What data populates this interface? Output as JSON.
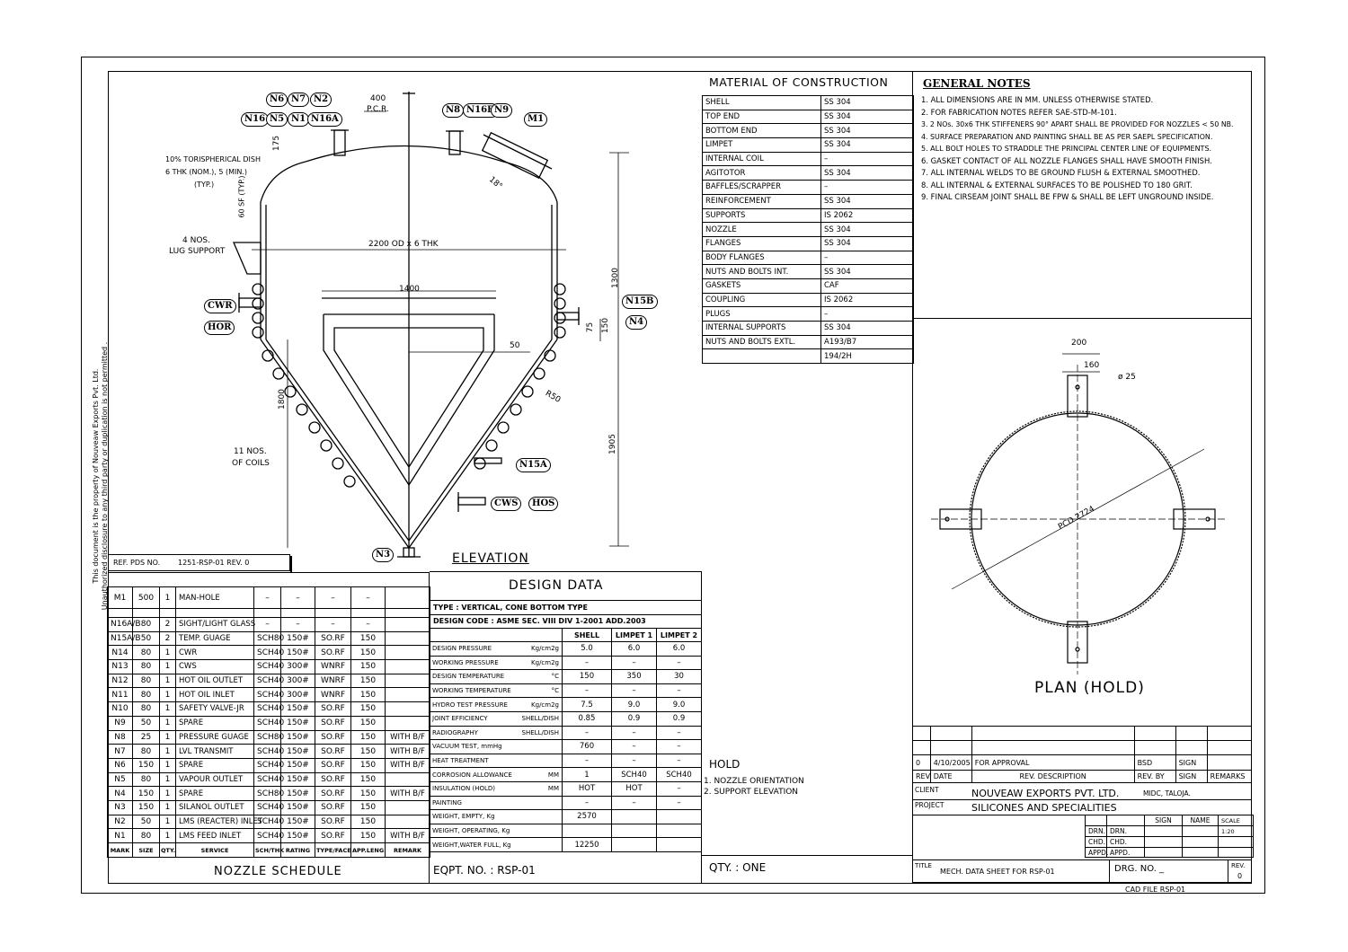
{
  "ref": {
    "label": "REF. PDS NO.",
    "value": "1251-RSP-01  REV. 0"
  },
  "side_note": [
    "This document is the property of Nouveaw Exports Pvt. Ltd.",
    "Unauthorized disclosure to any third party or duplication is not permitted ."
  ],
  "drawing": {
    "nozzles": [
      "N6",
      "N7",
      "N2",
      "N16",
      "N5",
      "N1",
      "N16A",
      "N8",
      "N16B",
      "N9",
      "M1",
      "CWR",
      "HOR",
      "N15B",
      "N4",
      "N15A",
      "CWS",
      "HOS",
      "N3"
    ],
    "labels": {
      "pcr_value": "400",
      "pcr": "P.C.R.",
      "dish": "10% TORISPHERICAL DISH",
      "dish_thk": "6 THK (NOM.), 5 (MIN.)",
      "dish_typ": "(TYP.)",
      "d175": "175",
      "sf": "60 SF (TYP.)",
      "angle": "18°",
      "lug_n": "4 NOS.",
      "lug": "LUG SUPPORT",
      "od": "2200 OD x 6 THK",
      "d1400": "1400",
      "d1300": "1300",
      "d75": "75",
      "d150": "150",
      "d50": "50",
      "d1800": "1800",
      "r50": "R50",
      "d1905": "1905",
      "coils_n": "11 NOS.",
      "coils": "OF COILS",
      "elevation": "ELEVATION"
    },
    "plan": {
      "d200": "200",
      "d160": "160",
      "phi25": "ø 25",
      "pcd": "PCD 2724",
      "title": "PLAN (HOLD)"
    }
  },
  "nozzle_schedule": {
    "title": "NOZZLE SCHEDULE",
    "headers": [
      "MARK",
      "SIZE",
      "QTY.",
      "SERVICE",
      "SCH/THK",
      "RATING",
      "TYPE/FACE",
      "APP.LENG.",
      "REMARK"
    ],
    "rows": [
      [
        "M1",
        "500",
        "1",
        "MAN-HOLE",
        "–",
        "–",
        "–",
        "–",
        ""
      ],
      [
        "",
        "",
        "",
        "",
        "",
        "",
        "",
        "",
        ""
      ],
      [
        "N16A/B",
        "80",
        "2",
        "SIGHT/LIGHT GLASS",
        "–",
        "–",
        "–",
        "–",
        ""
      ],
      [
        "N15A/B",
        "50",
        "2",
        "TEMP. GUAGE",
        "SCH80",
        "150#",
        "SO.RF",
        "150",
        ""
      ],
      [
        "N14",
        "80",
        "1",
        "CWR",
        "SCH40",
        "150#",
        "SO.RF",
        "150",
        ""
      ],
      [
        "N13",
        "80",
        "1",
        "CWS",
        "SCH40",
        "300#",
        "WNRF",
        "150",
        ""
      ],
      [
        "N12",
        "80",
        "1",
        "HOT OIL OUTLET",
        "SCH40",
        "300#",
        "WNRF",
        "150",
        ""
      ],
      [
        "N11",
        "80",
        "1",
        "HOT OIL INLET",
        "SCH40",
        "300#",
        "WNRF",
        "150",
        ""
      ],
      [
        "N10",
        "80",
        "1",
        "SAFETY VALVE-JR",
        "SCH40",
        "150#",
        "SO.RF",
        "150",
        ""
      ],
      [
        "N9",
        "50",
        "1",
        "SPARE",
        "SCH40",
        "150#",
        "SO.RF",
        "150",
        ""
      ],
      [
        "N8",
        "25",
        "1",
        "PRESSURE GUAGE",
        "SCH80",
        "150#",
        "SO.RF",
        "150",
        "WITH B/F"
      ],
      [
        "N7",
        "80",
        "1",
        "LVL TRANSMIT",
        "SCH40",
        "150#",
        "SO.RF",
        "150",
        "WITH B/F"
      ],
      [
        "N6",
        "150",
        "1",
        "SPARE",
        "SCH40",
        "150#",
        "SO.RF",
        "150",
        "WITH B/F"
      ],
      [
        "N5",
        "80",
        "1",
        "VAPOUR OUTLET",
        "SCH40",
        "150#",
        "SO.RF",
        "150",
        ""
      ],
      [
        "N4",
        "150",
        "1",
        "SPARE",
        "SCH80",
        "150#",
        "SO.RF",
        "150",
        "WITH B/F"
      ],
      [
        "N3",
        "150",
        "1",
        "SILANOL OUTLET",
        "SCH40",
        "150#",
        "SO.RF",
        "150",
        ""
      ],
      [
        "N2",
        "50",
        "1",
        "LMS (REACTER) INLET",
        "SCH40",
        "150#",
        "SO.RF",
        "150",
        ""
      ],
      [
        "N1",
        "80",
        "1",
        "LMS FEED INLET",
        "SCH40",
        "150#",
        "SO.RF",
        "150",
        "WITH B/F"
      ]
    ]
  },
  "design_data": {
    "title": "DESIGN DATA",
    "type": "TYPE : VERTICAL, CONE BOTTOM TYPE",
    "code": "DESIGN CODE : ASME SEC. VIII DIV 1-2001 ADD.2003",
    "cols": [
      "SHELL",
      "LIMPET 1",
      "LIMPET 2"
    ],
    "rows": [
      [
        "DESIGN PRESSURE",
        "Kg/cm2g",
        "5.0",
        "6.0",
        "6.0"
      ],
      [
        "WORKING PRESSURE",
        "Kg/cm2g",
        "–",
        "–",
        "–"
      ],
      [
        "DESIGN TEMPERATURE",
        "°C",
        "150",
        "350",
        "30"
      ],
      [
        "WORKING TEMPERATURE",
        "°C",
        "–",
        "–",
        "–"
      ],
      [
        "HYDRO TEST PRESSURE",
        "Kg/cm2g",
        "7.5",
        "9.0",
        "9.0"
      ],
      [
        "JOINT EFFICIENCY",
        "SHELL/DISH",
        "0.85",
        "0.9",
        "0.9"
      ],
      [
        "RADIOGRAPHY",
        "SHELL/DISH",
        "–",
        "–",
        "–"
      ],
      [
        "VACUUM TEST, mmHg",
        "",
        "760",
        "–",
        "–"
      ],
      [
        "HEAT TREATMENT",
        "",
        "–",
        "–",
        "–"
      ],
      [
        "CORROSION ALLOWANCE",
        "MM",
        "1",
        "SCH40",
        "SCH40"
      ],
      [
        "INSULATION  (HOLD)",
        "MM",
        "HOT",
        "HOT",
        "–"
      ],
      [
        "PAINTING",
        "",
        "–",
        "–",
        "–"
      ],
      [
        "WEIGHT, EMPTY, Kg",
        "",
        "2570",
        "",
        ""
      ],
      [
        "WEIGHT, OPERATING, Kg",
        "",
        "",
        "",
        ""
      ],
      [
        "WEIGHT,WATER FULL, Kg",
        "",
        "12250",
        "",
        ""
      ]
    ],
    "eqpt": "EQPT. NO. :   RSP-01"
  },
  "materials": {
    "title": "MATERIAL  OF  CONSTRUCTION",
    "rows": [
      [
        "SHELL",
        "SS 304"
      ],
      [
        "TOP END",
        "SS 304"
      ],
      [
        "BOTTOM END",
        "SS 304"
      ],
      [
        "LIMPET",
        "SS 304"
      ],
      [
        "INTERNAL COIL",
        "–"
      ],
      [
        "AGITOTOR",
        "SS 304"
      ],
      [
        "BAFFLES/SCRAPPER",
        "–"
      ],
      [
        "REINFORCEMENT",
        "SS 304"
      ],
      [
        "SUPPORTS",
        "IS 2062"
      ],
      [
        "NOZZLE",
        "SS 304"
      ],
      [
        "FLANGES",
        "SS 304"
      ],
      [
        "BODY FLANGES",
        "–"
      ],
      [
        "NUTS AND BOLTS INT.",
        "SS 304"
      ],
      [
        "GASKETS",
        "CAF"
      ],
      [
        "COUPLING",
        "IS 2062"
      ],
      [
        "PLUGS",
        "–"
      ],
      [
        "INTERNAL SUPPORTS",
        "SS 304"
      ],
      [
        "NUTS AND BOLTS EXTL.",
        "A193/B7"
      ],
      [
        "",
        "194/2H"
      ]
    ]
  },
  "hold": {
    "title": "HOLD",
    "items": [
      "1. NOZZLE ORIENTATION",
      "2. SUPPORT ELEVATION"
    ]
  },
  "qty": "QTY. :      ONE",
  "general_notes": {
    "title": "GENERAL NOTES",
    "items": [
      "1. ALL DIMENSIONS ARE IN MM. UNLESS OTHERWISE STATED.",
      "2. FOR FABRICATION NOTES REFER SAE-STD-M-101.",
      "3. 2 NOs. 30x6 THK STIFFENERS 90° APART SHALL BE PROVIDED FOR NOZZLES < 50 NB.",
      "4. SURFACE PREPARATION AND PAINTING SHALL BE AS PER SAEPL SPECIFICATION.",
      "5. ALL BOLT HOLES TO STRADDLE THE PRINCIPAL CENTER LINE OF EQUIPMENTS.",
      "6. GASKET CONTACT OF ALL NOZZLE FLANGES SHALL HAVE SMOOTH FINISH.",
      "7. ALL INTERNAL WELDS TO BE GROUND FLUSH & EXTERNAL SMOOTHED.",
      "8. ALL INTERNAL & EXTERNAL SURFACES TO BE POLISHED TO 180 GRIT.",
      "9. FINAL CIRSEAM JOINT SHALL BE FPW & SHALL BE LEFT UNGROUND INSIDE."
    ]
  },
  "title_block": {
    "rev_row": [
      "0",
      "4/10/2005",
      "FOR APPROVAL",
      "BSD",
      "SIGN",
      ""
    ],
    "rev_headers": [
      "REV.",
      "DATE",
      "REV. DESCRIPTION",
      "REV. BY",
      "SIGN",
      "REMARKS"
    ],
    "client_label": "CLIENT",
    "client": "NOUVEAW EXPORTS PVT. LTD.",
    "client_loc": "MIDC, TALOJA.",
    "project_label": "PROJECT",
    "project": "SILICONES AND SPECIALITIES",
    "sign": "SIGN",
    "name": "NAME",
    "scale_label": "SCALE",
    "scale": "1:20",
    "drn": "DRN.",
    "chd": "CHD.",
    "appd": "APPD.",
    "title_label": "TITLE",
    "title": "MECH. DATA SHEET FOR RSP-01",
    "drg": "DRG. NO. _",
    "rev_label": "REV.",
    "rev": "0",
    "cad": "CAD FILE  RSP-01"
  }
}
